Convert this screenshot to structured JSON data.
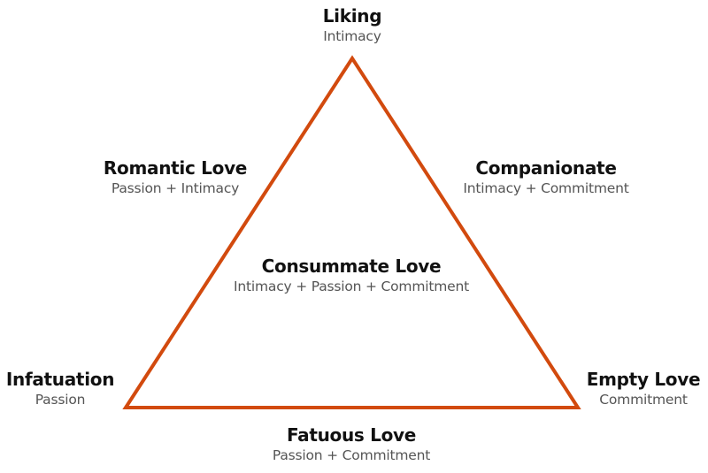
{
  "triangle_color": "#d24a0e",
  "labels": {
    "top": {
      "title": "Liking",
      "subtitle": "Intimacy"
    },
    "left_side": {
      "title": "Romantic Love",
      "subtitle": "Passion + Intimacy"
    },
    "right_side": {
      "title": "Companionate",
      "subtitle": "Intimacy + Commitment"
    },
    "center": {
      "title": "Consummate Love",
      "subtitle": "Intimacy + Passion + Commitment"
    },
    "bottom_left": {
      "title": "Infatuation",
      "subtitle": "Passion"
    },
    "bottom_right": {
      "title": "Empty Love",
      "subtitle": "Commitment"
    },
    "bottom": {
      "title": "Fatuous Love",
      "subtitle": "Passion + Commitment"
    }
  }
}
